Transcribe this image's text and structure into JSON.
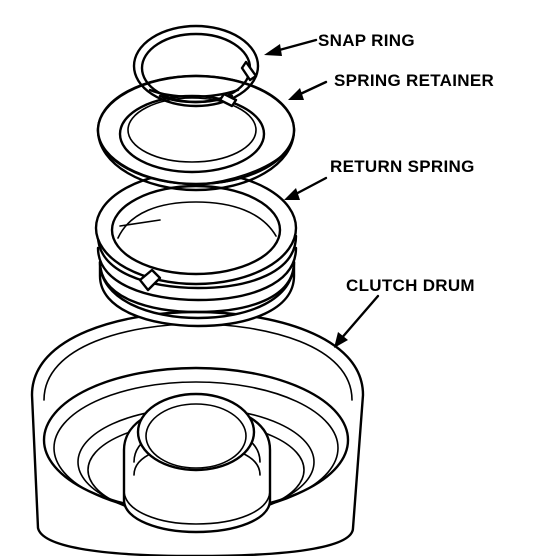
{
  "labels": {
    "snap_ring": "SNAP RING",
    "spring_retainer": "SPRING RETAINER",
    "return_spring": "RETURN SPRING",
    "clutch_drum": "CLUTCH DRUM"
  },
  "colors": {
    "line": "#000000",
    "background": "#ffffff"
  }
}
